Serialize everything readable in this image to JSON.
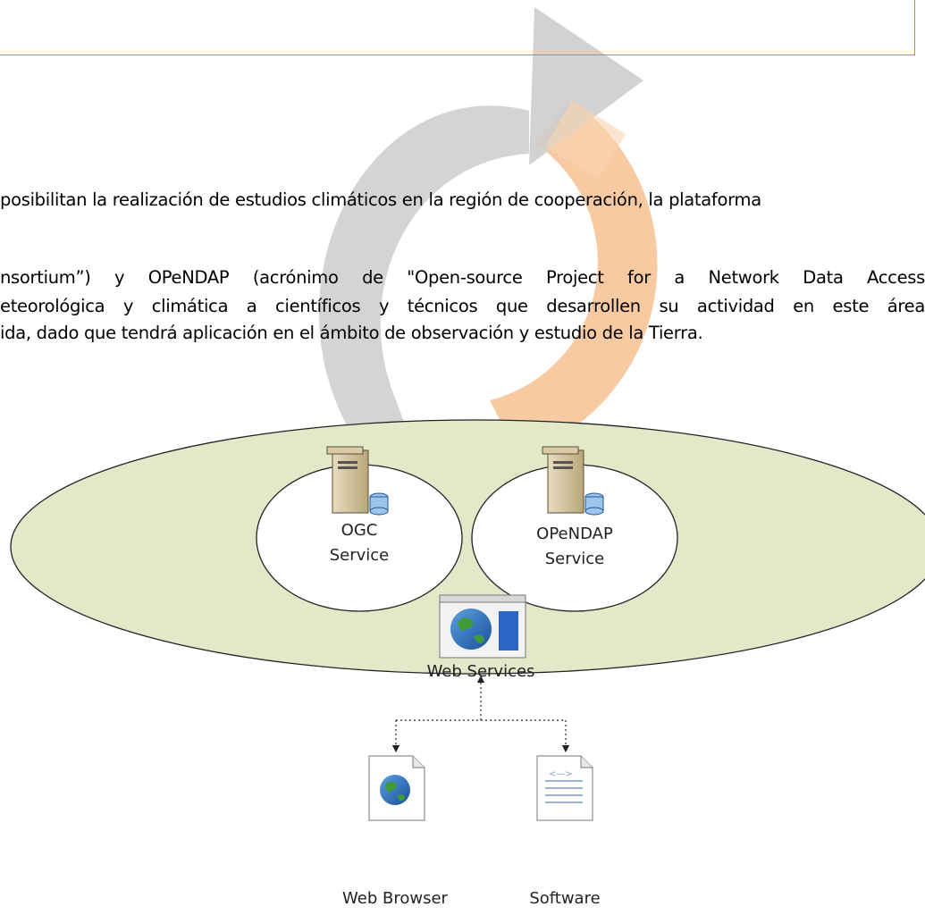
{
  "paragraph": {
    "line1": "posibilitan la realización de estudios climáticos en la región de cooperación, la plataforma",
    "line2": "nsortium”) y OPeNDAP (acrónimo de \"Open-source Project for a Network Data Access",
    "line3": "eteorológica y climática a científicos y técnicos que desarrollen su actividad en este área",
    "line4": "ida, dado que tendrá aplicación en el ámbito de observación y estudio de la Tierra."
  },
  "diagram": {
    "ogc": {
      "line1": "OGC",
      "line2": "Service"
    },
    "opendap": {
      "line1": "OPeNDAP",
      "line2": "Service"
    },
    "web_services": "Web Services",
    "web_browser": "Web Browser",
    "software": "Software"
  },
  "colors": {
    "ellipse_fill": "#e1e9c9",
    "arrow_gray": "#c9c9c9",
    "arrow_orange": "#f7c192",
    "border_orange": "#d9823b"
  }
}
